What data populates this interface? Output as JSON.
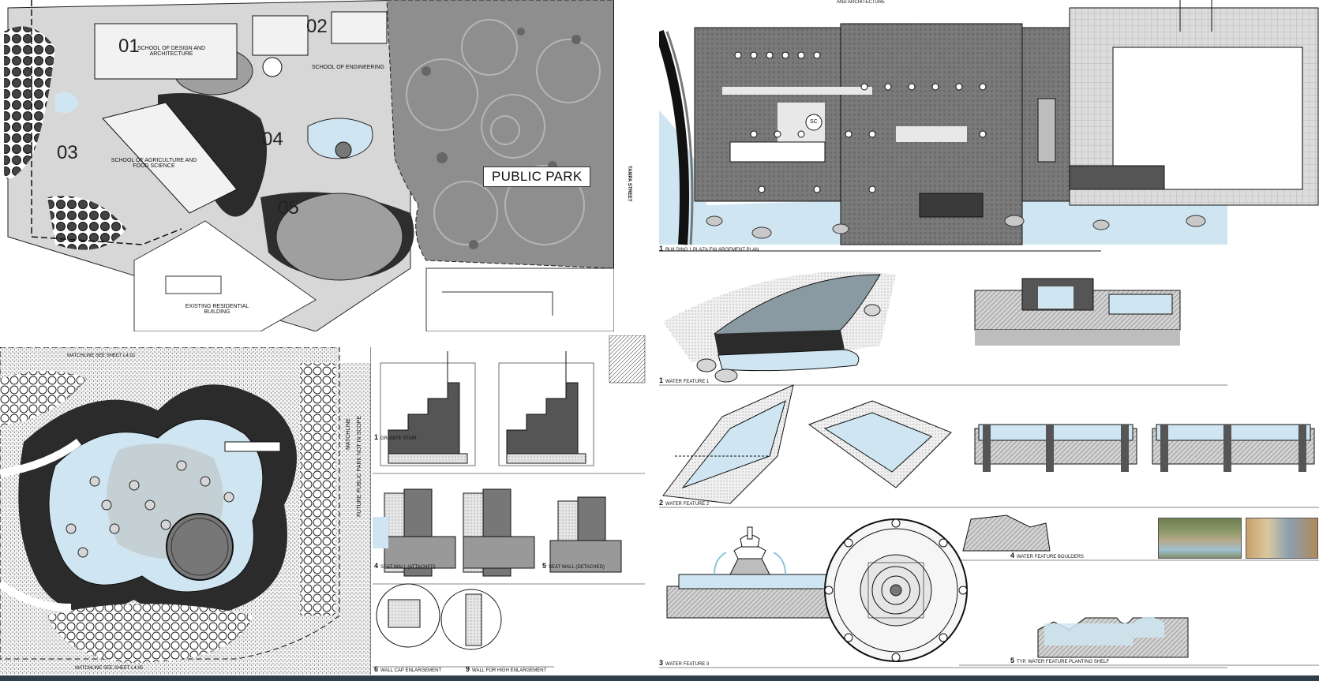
{
  "site_plan": {
    "zones": [
      "01",
      "02",
      "03",
      "04",
      "05"
    ],
    "buildings": {
      "design": "SCHOOL OF DESIGN AND ARCHITECTURE",
      "agriculture": "SCHOOL OF AGRICULTURE AND FOOD SCIENCE",
      "residential": "EXISTING RESIDENTIAL BUILDING",
      "engineering": "SCHOOL OF ENGINEERING"
    },
    "park_label": "PUBLIC PARK",
    "street_label": "TAMPA STREET"
  },
  "plaza_plan": {
    "header_text": "AND ARCHITECTURE",
    "sc_marker": "SC",
    "plate_number": "1",
    "plate_title": "BUILDING 1 PLAZA ENLARGEMENT PLAN"
  },
  "planting_plan": {
    "matchline_top": "MATCHLINE SEE SHEET L4.02",
    "matchline_bottom": "MATCHLINE SEE SHEET L4.05",
    "matchline_side": "MATCHLINE",
    "future_park": "FUTURE PUBLIC PARK NOT IN SCOPE"
  },
  "wall_details": [
    {
      "num": "1",
      "title": "GRANITE STAIR"
    },
    {
      "num": "4",
      "title": "SEAT WALL (ATTACHED)"
    },
    {
      "num": "5",
      "title": "SEAT WALL (DETACHED)"
    },
    {
      "num": "6",
      "title": "WALL CAP ENLARGEMENT"
    },
    {
      "num": "9",
      "title": "WALL FOR HIGH ENLARGEMENT"
    }
  ],
  "water_features": [
    {
      "num": "1",
      "title": "WATER FEATURE 1"
    },
    {
      "num": "2",
      "title": "WATER FEATURE 2"
    },
    {
      "num": "3",
      "title": "WATER FEATURE 3"
    },
    {
      "num": "4",
      "title": "WATER FEATURE BOULDERS"
    },
    {
      "num": "5",
      "title": "TYP. WATER FEATURE PLANTING SHELF"
    }
  ],
  "colors": {
    "water": "#cfe6f2",
    "park": "#8e8e8e",
    "paving": "#7a7a7a",
    "dark_fill": "#2b2b2b",
    "stone": "#bdbdbd",
    "bar": "#2f3f4a"
  }
}
